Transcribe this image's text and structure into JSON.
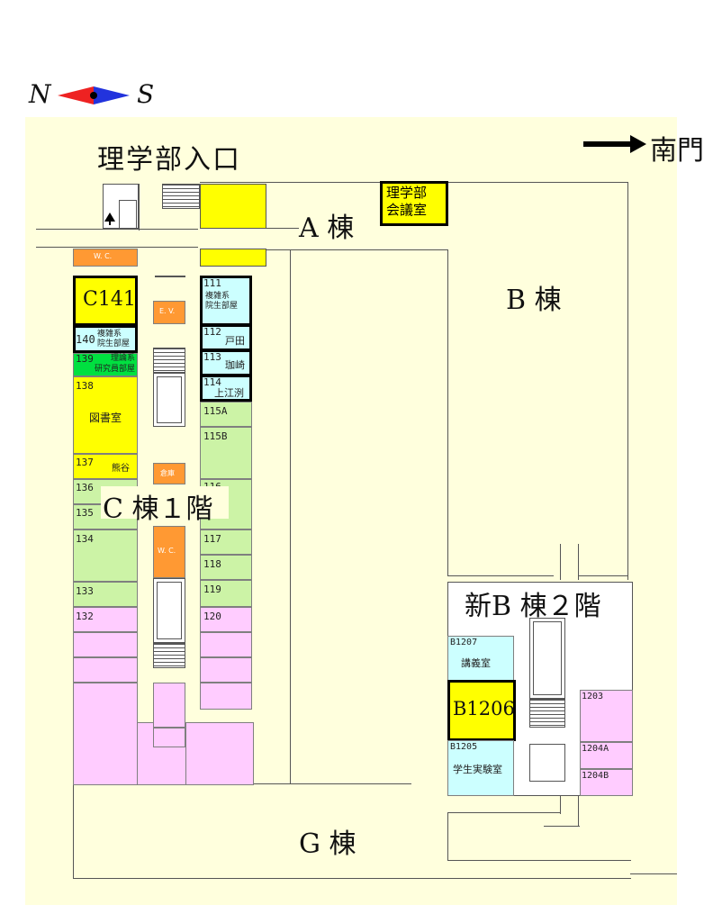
{
  "compass": {
    "north": "N",
    "south": "S"
  },
  "labels": {
    "entrance": "理学部入口",
    "south_gate": "南門",
    "a_building": "A 棟",
    "b_building": "B 棟",
    "g_building": "G 棟",
    "c_floor": "C 棟１階",
    "newb_floor": "新B 棟２階",
    "meeting_room": "理学部\n会議室"
  },
  "rooms": {
    "wc_top": "W. C.",
    "c141": "C141",
    "r140_num": "140",
    "r140_name": "複雑系\n院生部屋",
    "r139_num": "139",
    "r139_name": "理論系\n研究員部屋",
    "r138_num": "138",
    "library": "図書室",
    "r137_num": "137",
    "r137_name": "熊谷",
    "r136": "136",
    "r135": "135",
    "r134": "134",
    "r133": "133",
    "r132": "132",
    "ev": "E. V.",
    "storage": "倉庫",
    "wc_mid": "W. C.",
    "r111_num": "111",
    "r111_name": "複雑系\n院生部屋",
    "r112_num": "112",
    "r112_name": "戸田",
    "r113_num": "113",
    "r113_name": "珈崎",
    "r114_num": "114",
    "r114_name": "上江洌",
    "r115a": "115A",
    "r115b": "115B",
    "r116": "116",
    "r117": "117",
    "r118": "118",
    "r119": "119",
    "r120": "120",
    "b1207": "B1207",
    "b1207_name": "講義室",
    "b1206": "B1206",
    "b1205": "B1205",
    "b1205_name": "学生実験室",
    "r1203": "1203",
    "r1204a": "1204A",
    "r1204b": "1204B"
  },
  "colors": {
    "background": "#ffffdd",
    "faculty_room": "#ccf3a6",
    "lab_room": "#ffccff",
    "highlight": "#ffff00",
    "student_room": "#ccffff",
    "service": "#ff9933",
    "theory": "#00e040"
  },
  "icons": [
    "compass-icon",
    "arrow-right-icon",
    "arrow-up-icon"
  ]
}
